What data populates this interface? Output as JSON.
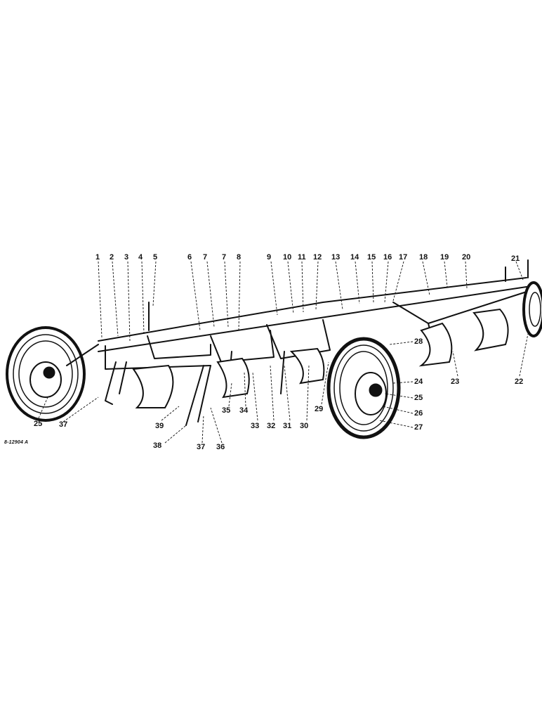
{
  "figure": {
    "code": "8-12904 A",
    "callouts": {
      "top": [
        "1",
        "2",
        "3",
        "4",
        "5",
        "6",
        "7",
        "7",
        "8",
        "9",
        "10",
        "11",
        "12",
        "13",
        "14",
        "15",
        "16",
        "17",
        "18",
        "19",
        "20",
        "21"
      ],
      "right": [
        "28",
        "24",
        "25",
        "26",
        "27",
        "23",
        "22"
      ],
      "bottom": [
        "25",
        "37",
        "39",
        "38",
        "37",
        "36",
        "35",
        "34",
        "33",
        "32",
        "31",
        "30",
        "29"
      ]
    }
  },
  "colors": {
    "ink": "#111111",
    "paper": "#ffffff"
  }
}
